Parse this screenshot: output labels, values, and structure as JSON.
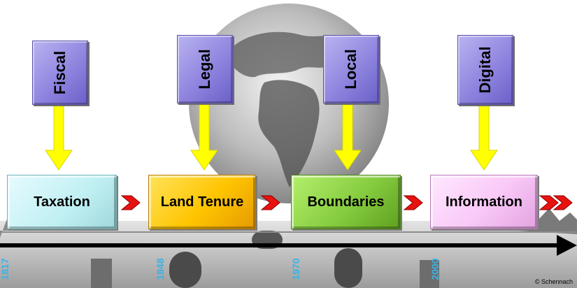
{
  "top_labels": [
    "Fiscal",
    "Legal",
    "Local",
    "Digital"
  ],
  "stages": [
    "Taxation",
    "Land Tenure",
    "Boundaries",
    "Information"
  ],
  "years": [
    "1817",
    "1848",
    "1970",
    "2000"
  ],
  "credit": "© Schennach",
  "colors": {
    "top_box": "#8f85df",
    "taxation": "#bfeff2",
    "land_tenure": "#ffc400",
    "boundaries": "#86cc3f",
    "information": "#f9c8f7",
    "connector_arrow": "#ffff00",
    "chevron": "#e8120f",
    "timeline": "#000000",
    "year_text": "#39b3e6"
  }
}
